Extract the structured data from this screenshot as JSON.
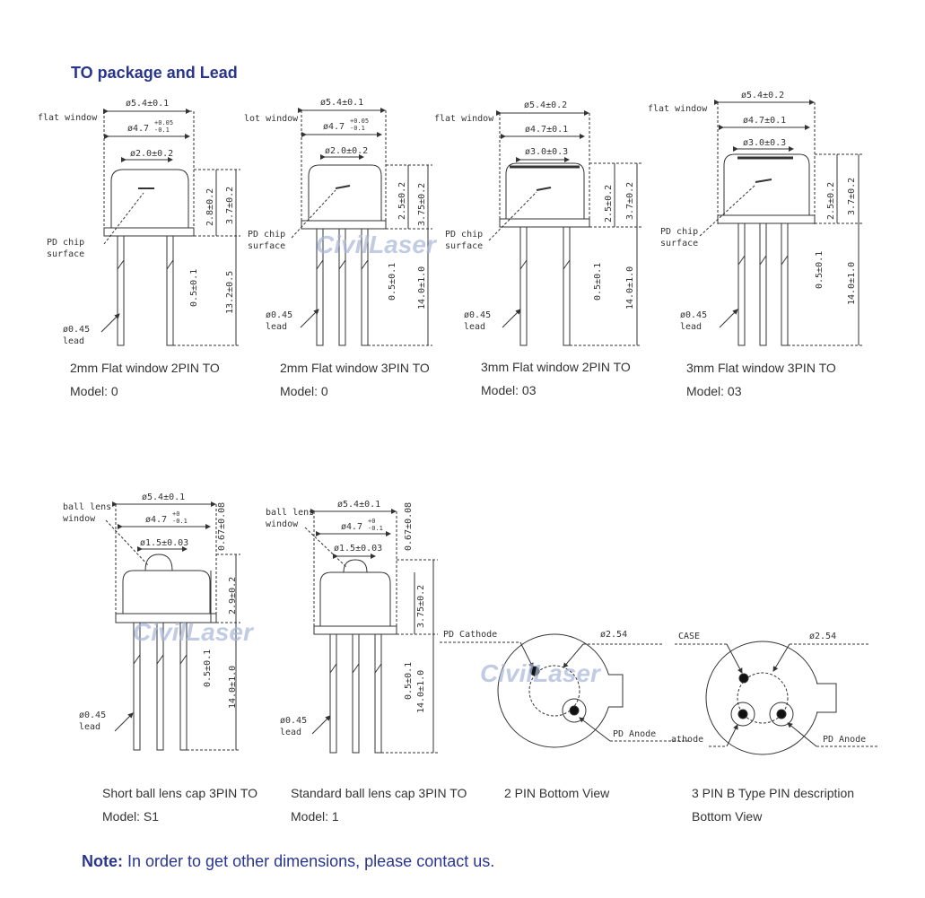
{
  "title": "TO package and Lead",
  "watermark": "CivilLaser",
  "note": {
    "label": "Note:",
    "text": " In order to get other dimensions, please contact us."
  },
  "packages": [
    {
      "caption": "2mm Flat window 2PIN TO",
      "model": "Model: 0",
      "labels": {
        "window": "flat window",
        "chip": "PD chip",
        "chip2": "surface",
        "lead": "ø0.45",
        "lead2": "lead"
      },
      "dims": {
        "d1": "ø5.4±0.1",
        "d2": "ø4.7",
        "d2sup": "+0.05",
        "d2sub": "-0.1",
        "d3": "ø2.0±0.2",
        "h1": "3.7±0.2",
        "h2": "2.8±0.2",
        "h3": "0.5±0.1",
        "h4": "13.2±0.5"
      }
    },
    {
      "caption": "2mm Flat window 3PIN TO",
      "model": "Model: 0",
      "labels": {
        "window": "lot window",
        "chip": "PD chip",
        "chip2": "surface",
        "lead": "ø0.45",
        "lead2": "lead"
      },
      "dims": {
        "d1": "ø5.4±0.1",
        "d2": "ø4.7",
        "d2sup": "+0.05",
        "d2sub": "-0.1",
        "d3": "ø2.0±0.2",
        "h1": "3.75±0.2",
        "h2": "2.5±0.2",
        "h3": "0.5±0.1",
        "h4": "14.0±1.0"
      }
    },
    {
      "caption": "3mm Flat window 2PIN TO",
      "model": "Model: 03",
      "labels": {
        "window": "flat window",
        "chip": "PD chip",
        "chip2": "surface",
        "lead": "ø0.45",
        "lead2": "lead"
      },
      "dims": {
        "d1": "ø5.4±0.2",
        "d2": "ø4.7±0.1",
        "d3": "ø3.0±0.3",
        "h1": "3.7±0.2",
        "h2": "2.5±0.2",
        "h3": "0.5±0.1",
        "h4": "14.0±1.0"
      }
    },
    {
      "caption": "3mm Flat window 3PIN TO",
      "model": "Model: 03",
      "labels": {
        "window": "flat window",
        "chip": "PD chip",
        "chip2": "surface",
        "lead": "ø0.45",
        "lead2": "lead"
      },
      "dims": {
        "d1": "ø5.4±0.2",
        "d2": "ø4.7±0.1",
        "d3": "ø3.0±0.3",
        "h1": "3.7±0.2",
        "h2": "2.5±0.2",
        "h3": "0.5±0.1",
        "h4": "14.0±1.0"
      }
    },
    {
      "caption": "Short ball lens cap 3PIN TO",
      "model": "Model: S1",
      "labels": {
        "window": "ball lens",
        "window2": "window",
        "lead": "ø0.45",
        "lead2": "lead"
      },
      "dims": {
        "d1": "ø5.4±0.1",
        "d2": "ø4.7",
        "d2sup": "+0",
        "d2sub": "-0.1",
        "d3": "ø1.5±0.03",
        "h0": "0.67±0.08",
        "h1": "2.9±0.2",
        "h3": "0.5±0.1",
        "h4": "14.0±1.0"
      }
    },
    {
      "caption": "Standard ball lens cap 3PIN TO",
      "model": "Model: 1",
      "labels": {
        "window": "ball lens",
        "window2": "window",
        "lead": "ø0.45",
        "lead2": "lead"
      },
      "dims": {
        "d1": "ø5.4±0.1",
        "d2": "ø4.7",
        "d2sup": "+0",
        "d2sub": "-0.1",
        "d3": "ø1.5±0.03",
        "h0": "0.67±0.08",
        "h1": "3.75±0.2",
        "h3": "0.5±0.1",
        "h4": "14.0±1.0"
      }
    }
  ],
  "bottom_views": [
    {
      "caption": "2 PIN Bottom View",
      "labels": {
        "a": "PD Cathode",
        "b": "ø2.54",
        "c": "PD Anode"
      }
    },
    {
      "caption": "3 PIN B Type PIN description",
      "caption2": "Bottom View",
      "labels": {
        "a": "CASE",
        "b": "ø2.54",
        "c": "PD Anode",
        "d": "athode"
      }
    }
  ]
}
